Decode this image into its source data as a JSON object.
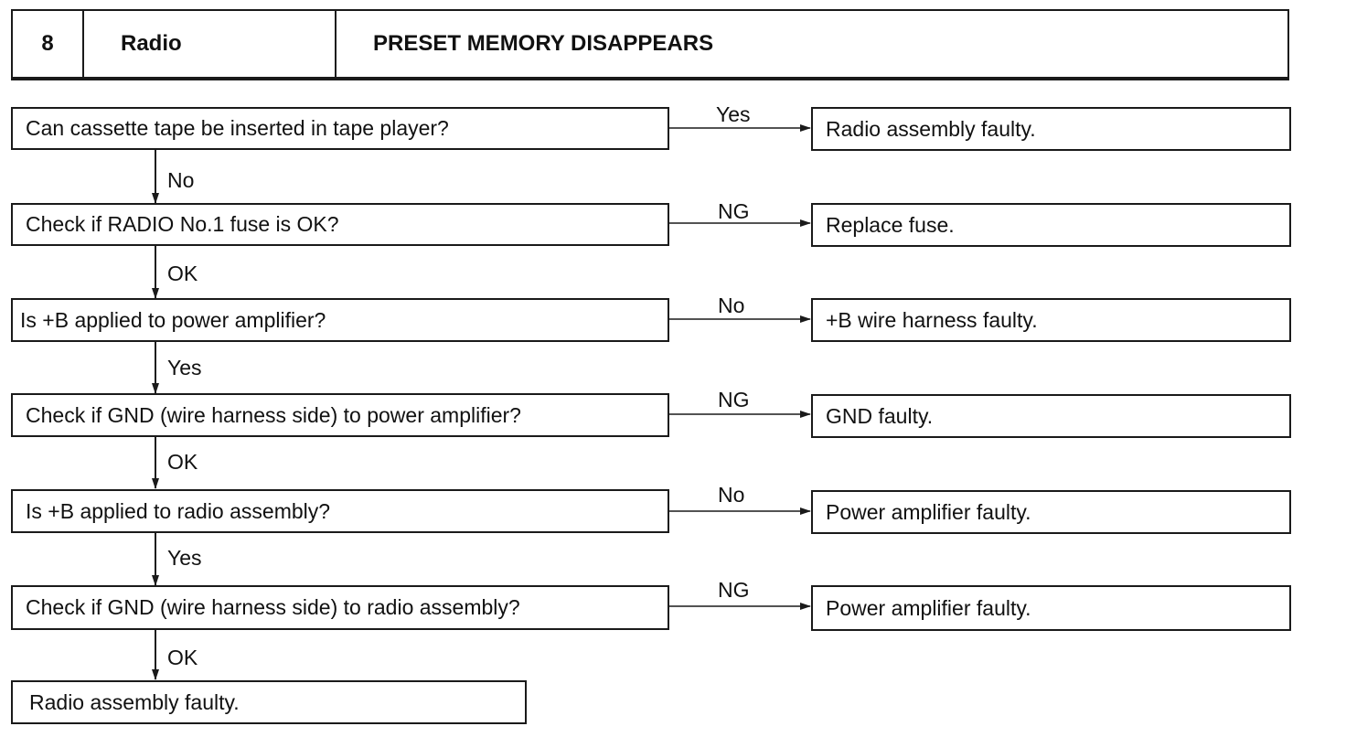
{
  "header": {
    "number": "8",
    "system": "Radio",
    "title": "PRESET MEMORY DISAPPEARS"
  },
  "steps": [
    {
      "question": "Can cassette tape be inserted in tape player?",
      "branch_label": "Yes",
      "branch_result": "Radio assembly faulty.",
      "continue_label": "No"
    },
    {
      "question": "Check if RADIO No.1 fuse is OK?",
      "branch_label": "NG",
      "branch_result": "Replace fuse.",
      "continue_label": "OK"
    },
    {
      "question": "Is +B applied to power amplifier?",
      "branch_label": "No",
      "branch_result": "+B wire harness faulty.",
      "continue_label": "Yes"
    },
    {
      "question": "Check if GND (wire harness side) to power amplifier?",
      "branch_label": "NG",
      "branch_result": "GND faulty.",
      "continue_label": "OK"
    },
    {
      "question": "Is +B applied to radio assembly?",
      "branch_label": "No",
      "branch_result": "Power amplifier faulty.",
      "continue_label": "Yes"
    },
    {
      "question": "Check if GND (wire harness side) to radio assembly?",
      "branch_label": "NG",
      "branch_result": "Power amplifier faulty.",
      "continue_label": "OK"
    }
  ],
  "final_result": "Radio assembly faulty."
}
